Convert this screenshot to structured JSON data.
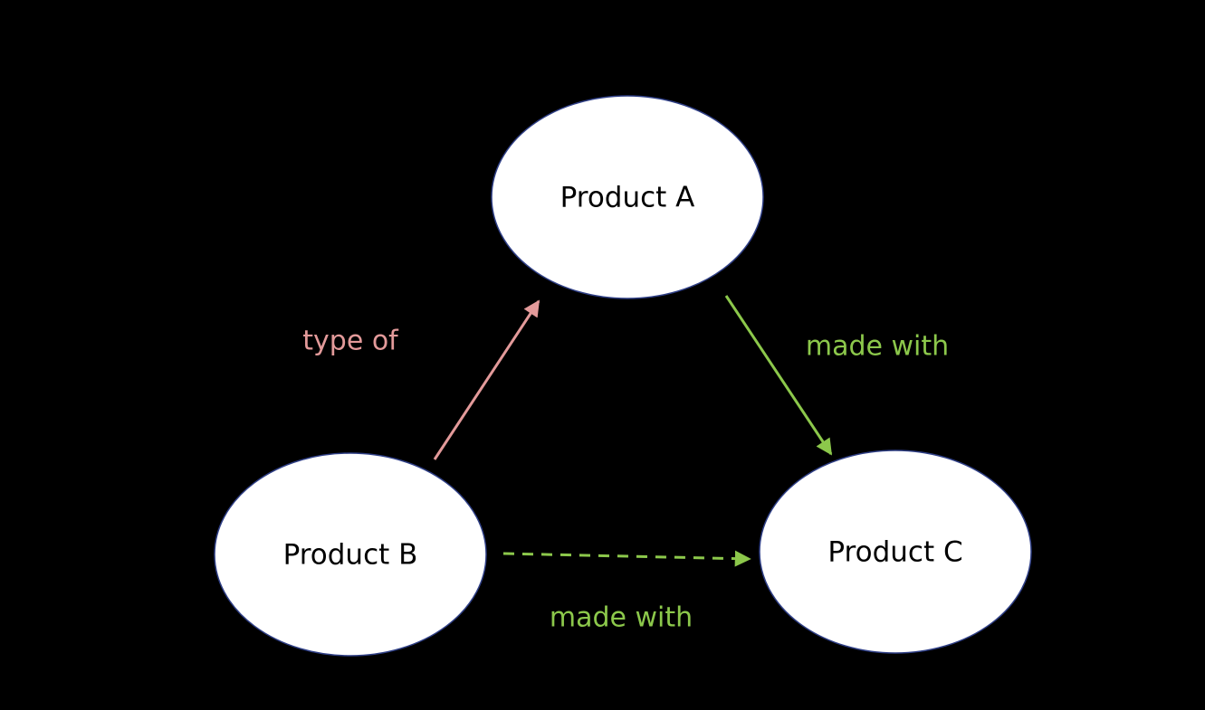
{
  "background": "#000000",
  "nodes": [
    {
      "id": "a",
      "label": "Product A",
      "fill": "#ffffff",
      "stroke": "#2f3f86"
    },
    {
      "id": "b",
      "label": "Product B",
      "fill": "#ffffff",
      "stroke": "#2f3f86"
    },
    {
      "id": "c",
      "label": "Product C",
      "fill": "#ffffff",
      "stroke": "#2f3f86"
    }
  ],
  "edges": [
    {
      "id": "b-to-a",
      "from": "Product B",
      "to": "Product A",
      "label": "type of",
      "color": "#e39a9a",
      "style": "solid"
    },
    {
      "id": "a-to-c",
      "from": "Product A",
      "to": "Product C",
      "label": "made with",
      "color": "#8cc84b",
      "style": "solid"
    },
    {
      "id": "b-to-c",
      "from": "Product B",
      "to": "Product C",
      "label": "made with",
      "color": "#8cc84b",
      "style": "dashed"
    }
  ]
}
